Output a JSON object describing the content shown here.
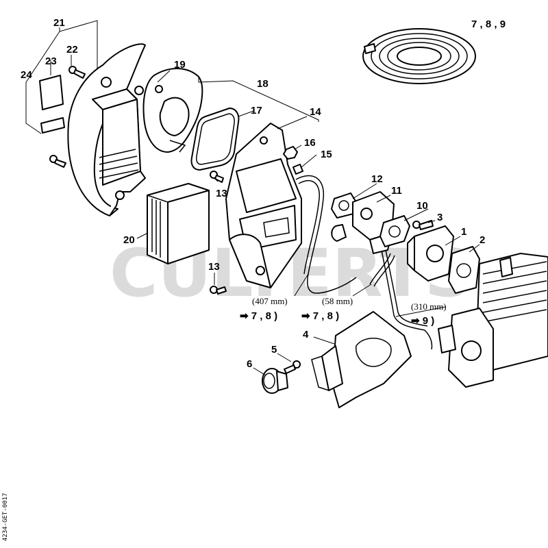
{
  "watermark": "CULTERTS",
  "drawing_code": "4234-GET-0017",
  "part_numbers": {
    "p1": "1",
    "p2": "2",
    "p3": "3",
    "p4": "4",
    "p5": "5",
    "p6": "6",
    "p789": "7 , 8 , 9",
    "p10": "10",
    "p11": "11",
    "p12": "12",
    "p13a": "13",
    "p13b": "13",
    "p14": "14",
    "p15": "15",
    "p16": "16",
    "p17": "17",
    "p18": "18",
    "p19": "19",
    "p20": "20",
    "p21": "21",
    "p22": "22",
    "p23": "23",
    "p24": "24"
  },
  "hose_lengths": {
    "h407": "(407 mm)",
    "h58": "(58 mm)",
    "h310": "(310 mm)"
  },
  "references": {
    "r1": "➡ 7 , 8 )",
    "r2": "➡ 7 , 8 )",
    "r3": "➡ 9 )"
  }
}
